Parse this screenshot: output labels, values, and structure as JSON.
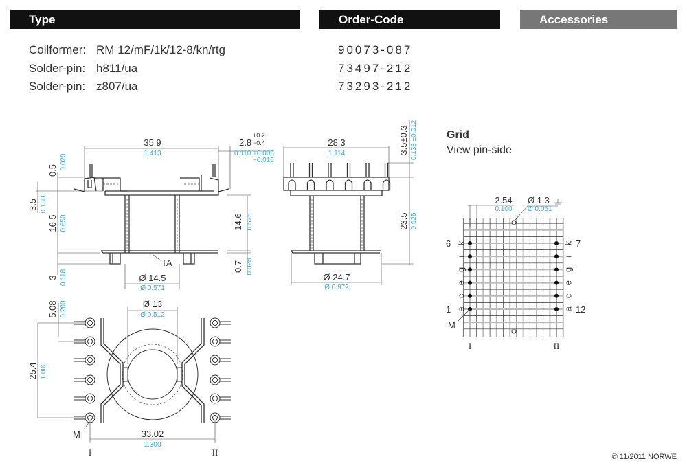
{
  "header": {
    "type": "Type",
    "order_code": "Order-Code",
    "accessories": "Accessories"
  },
  "items": [
    {
      "label": "Coilformer:",
      "value": "RM 12/mF/1k/12-8/kn/rtg",
      "code": "90073-087"
    },
    {
      "label": "Solder-pin:",
      "value": "h811/ua",
      "code": "73497-212"
    },
    {
      "label": "Solder-pin:",
      "value": "z807/ua",
      "code": "73293-212"
    }
  ],
  "side_view": {
    "width_mm": "35.9",
    "width_in": "1.413",
    "pin_mm": "2.8",
    "pin_tol_plus": "+0.2",
    "pin_tol_minus": "−0.4",
    "pin_in": "0.110 +0.008",
    "pin_in_minus": "−0.016",
    "h05_mm": "0.5",
    "h05_in": "0.020",
    "h35_mm": "3.5",
    "h35_in": "0.138",
    "h165_mm": "16.5",
    "h165_in": "0.650",
    "h146_mm": "14.6",
    "h146_in": "0.575",
    "h07_mm": "0.7",
    "h07_in": "0.028",
    "h3_mm": "3",
    "h3_in": "0.118",
    "ta": "TA",
    "dia_mm": "Ø 14.5",
    "dia_in": "Ø 0.571"
  },
  "front_view": {
    "width_mm": "28.3",
    "width_in": "1.114",
    "pin_mm": "3.5±0.3",
    "pin_in": "0.138 ±0.012",
    "height_mm": "23.5",
    "height_in": "0.925",
    "dia_mm": "Ø 24.7",
    "dia_in": "Ø 0.972"
  },
  "bottom_view": {
    "pitch_mm": "5.08",
    "pitch_in": "0.200",
    "span_mm": "25.4",
    "span_in": "1.000",
    "dia_mm": "Ø 13",
    "dia_in": "Ø 0.512",
    "marker": "M",
    "row_mm": "33.02",
    "row_in": "1.300",
    "row1": "I",
    "row2": "II"
  },
  "grid": {
    "title": "Grid",
    "subtitle": "View pin-side",
    "pitch_mm": "2.54",
    "pitch_in": "0.100",
    "hole_mm": "Ø 1.3",
    "hole_in": "Ø 0.051",
    "left_numbers": {
      "top": "6",
      "bottom": "1"
    },
    "right_numbers": {
      "top": "7",
      "bottom": "12"
    },
    "letters": [
      "k",
      "i",
      "g",
      "e",
      "c",
      "a"
    ],
    "marker": "M",
    "row1": "I",
    "row2": "II"
  },
  "footer": {
    "copyright": "© 11/2011 NORWE"
  }
}
